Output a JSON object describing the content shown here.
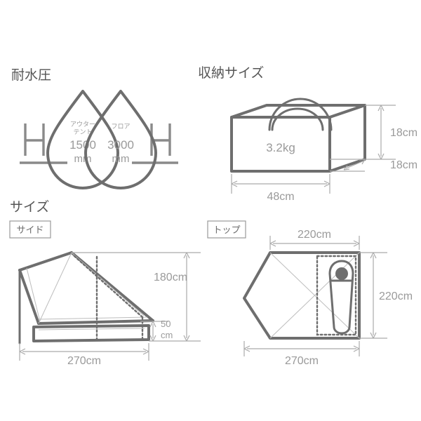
{
  "page": {
    "background": "#ffffff",
    "line_color": "#6e6e6e",
    "text_color": "#9a9a9a",
    "heading_color": "#555555"
  },
  "sections": {
    "water_resistance": {
      "heading": "耐水圧",
      "droplets": [
        {
          "caption_line1": "アウター",
          "caption_line2": "テント",
          "value": "1500",
          "unit": "mm"
        },
        {
          "caption_line1": "フロア",
          "caption_line2": "",
          "value": "3000",
          "unit": "mm"
        }
      ],
      "symbol_left": "H",
      "symbol_right": "H"
    },
    "packed_size": {
      "heading": "収納サイズ",
      "weight": "3.2kg",
      "dim_width": "48cm",
      "dim_height": "18cm",
      "dim_depth": "18cm"
    },
    "size": {
      "heading": "サイズ",
      "side": {
        "label": "サイド",
        "dim_height": "180cm",
        "dim_eave_line1": "50",
        "dim_eave_line2": "cm",
        "dim_width": "270cm"
      },
      "top": {
        "label": "トップ",
        "dim_inner_width": "220cm",
        "dim_inner_depth": "220cm",
        "dim_width": "270cm"
      }
    }
  }
}
